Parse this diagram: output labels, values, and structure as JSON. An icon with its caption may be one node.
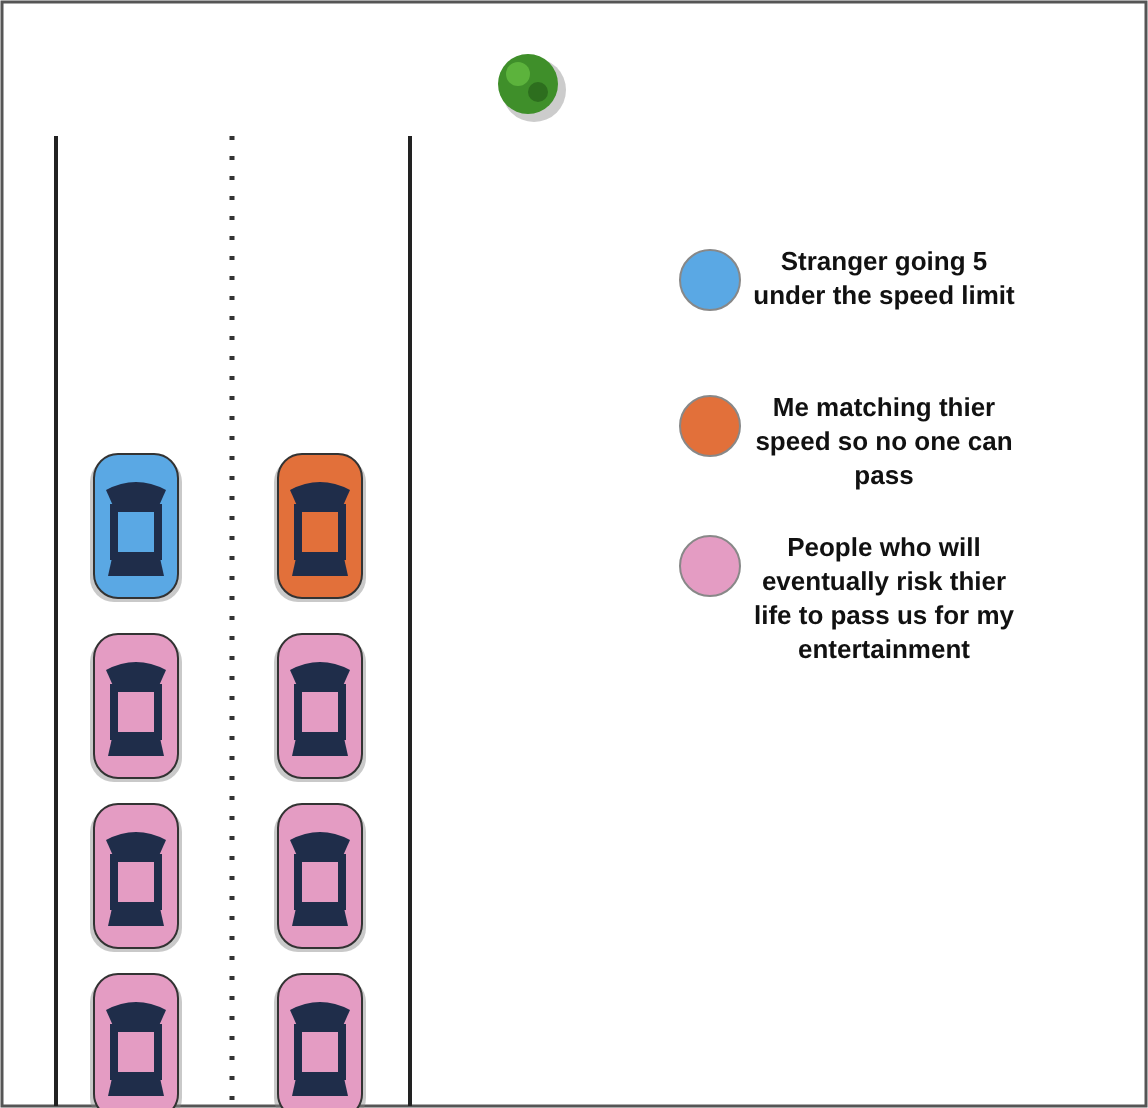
{
  "diagram": {
    "legend": [
      {
        "text": "Stranger going 5 under the speed limit",
        "color": "#5aa8e4"
      },
      {
        "text": "Me matching thier speed so no one can pass",
        "color": "#e2703a"
      },
      {
        "text": "People who will eventually risk thier life to pass us for my entertainment",
        "color": "#e49cc3"
      }
    ]
  }
}
